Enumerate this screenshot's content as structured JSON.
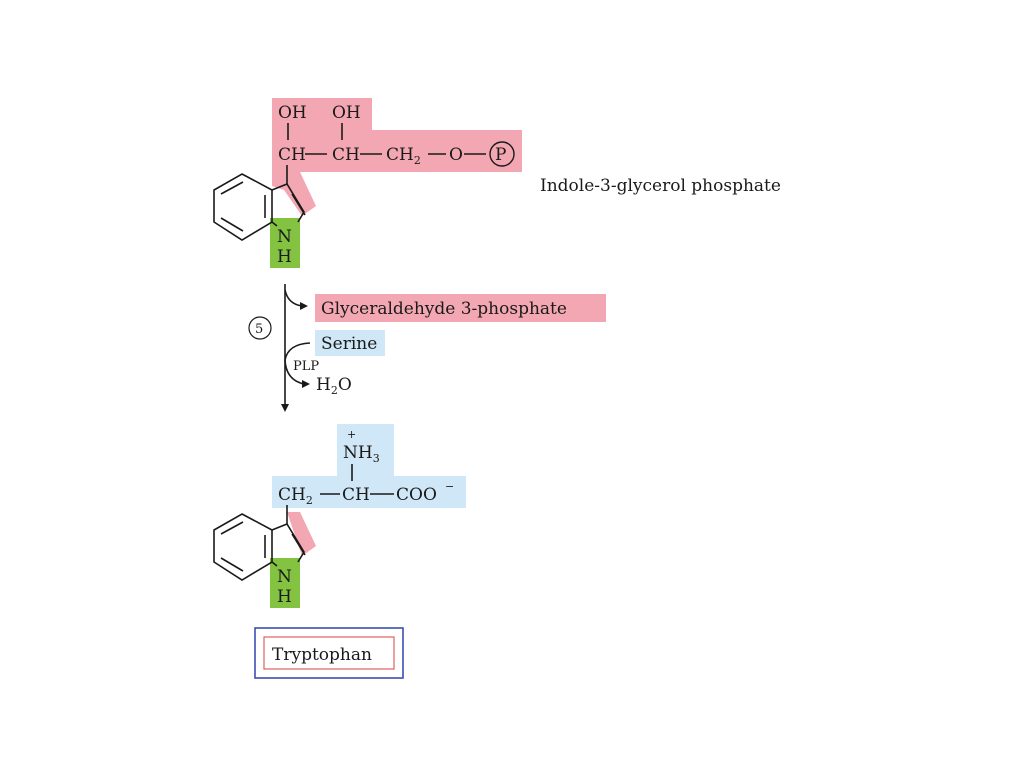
{
  "colors": {
    "glyceraldehyde_highlight": "#f2a7b2",
    "serine_highlight": "#cfe7f6",
    "nitrogen_highlight": "#83c341",
    "box_outer": "#3c4fb0",
    "box_inner": "#e06060"
  },
  "substrate": {
    "oh1": "OH",
    "oh2": "OH",
    "ch1": "CH",
    "ch2": "CH",
    "ch2_main": "CH",
    "ch2_sub": "2",
    "o": "O",
    "p": "P",
    "n": "N",
    "h": "H",
    "name": "Indole-3-glycerol phosphate"
  },
  "reaction": {
    "step_number": "5",
    "product_out": "Glyceraldehyde 3-phosphate",
    "reactant_in": "Serine",
    "cofactor": "PLP",
    "water_main": "H",
    "water_sub": "2",
    "water_end": "O"
  },
  "product": {
    "plus": "+",
    "nh3_main": "NH",
    "nh3_sub": "3",
    "ch2_main": "CH",
    "ch2_sub": "2",
    "ch": "CH",
    "coo": "COO",
    "minus": "−",
    "n": "N",
    "h": "H",
    "name": "Tryptophan"
  }
}
